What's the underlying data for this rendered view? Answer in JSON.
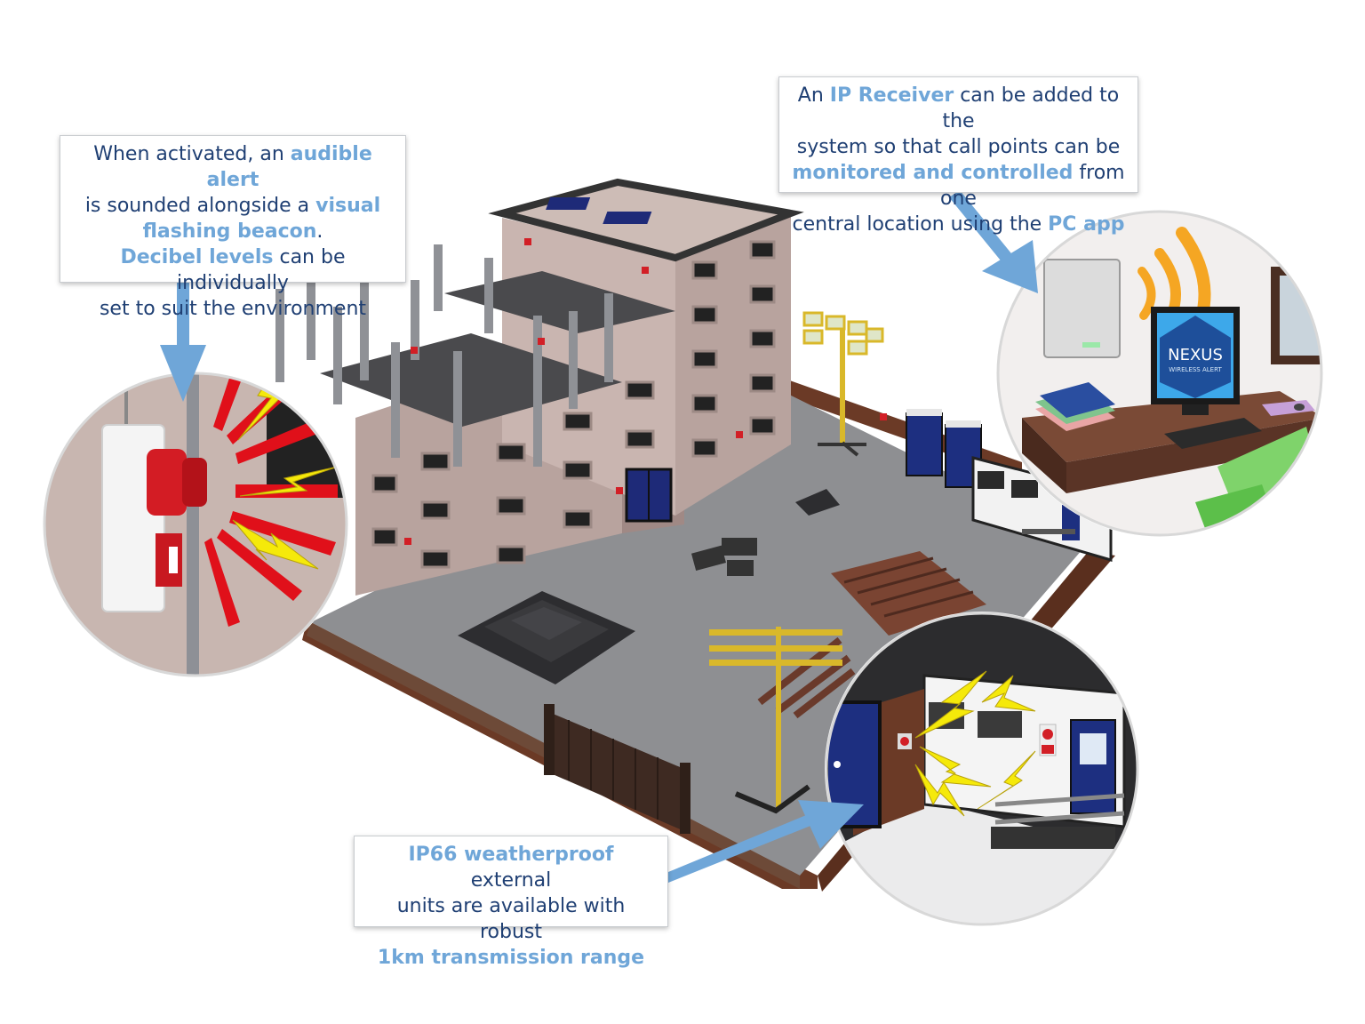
{
  "callouts": {
    "alert": {
      "line1_pre": "When activated, an ",
      "line1_hl": "audible alert",
      "line2_pre": "is sounded alongside a ",
      "line2_hl": "visual",
      "line3_hl": "flashing beacon",
      "line3_post": ".",
      "line4_hl": "Decibel levels",
      "line4_post": " can be individually",
      "line5": "set to suit the environment"
    },
    "receiver": {
      "line1_pre": "An ",
      "line1_hl": "IP Receiver",
      "line1_post": " can be added to the",
      "line2": "system so that call points can be",
      "line3_hl": "monitored and controlled",
      "line3_post": " from one",
      "line4_pre": "central location using the ",
      "line4_hl": "PC app"
    },
    "weather": {
      "line1_hl": "IP66 weatherproof",
      "line1_post": " external",
      "line2": "units are available with robust",
      "line3_hl": "1km transmission range"
    }
  },
  "monitor": {
    "brand": "NEXUS",
    "tagline": "WIRELESS ALERT"
  },
  "colors": {
    "callout_text": "#1f3f73",
    "highlight": "#6fa6d8",
    "arrow": "#6fa6d8",
    "alarm_red": "#e0101a",
    "lightning_yellow": "#f5e90a",
    "signal_orange": "#f5a623"
  }
}
